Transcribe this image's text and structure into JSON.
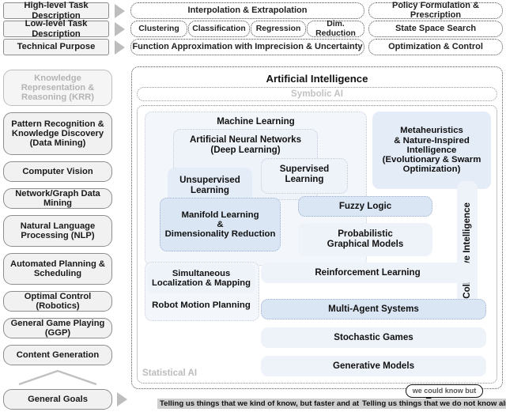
{
  "left_column": {
    "task_levels": [
      {
        "label": "High-level Task Description"
      },
      {
        "label": "Low-level Task Description"
      },
      {
        "label": "Technical Purpose"
      }
    ],
    "domains": [
      {
        "label": "Knowledge Representation & Reasoning (KRR)",
        "faded": true
      },
      {
        "label": "Pattern Recognition & Knowledge Discovery (Data Mining)",
        "faded": false
      },
      {
        "label": "Computer Vision",
        "faded": false
      },
      {
        "label": "Network/Graph Data Mining",
        "faded": false
      },
      {
        "label": "Natural Language Processing (NLP)",
        "faded": false
      },
      {
        "label": "Automated Planning & Scheduling",
        "faded": false
      },
      {
        "label": "Optimal Control (Robotics)",
        "faded": false
      },
      {
        "label": "General Game Playing (GGP)",
        "faded": false
      },
      {
        "label": "Content Generation",
        "faded": false
      },
      {
        "label": "General Goals",
        "faded": false
      }
    ]
  },
  "top_band": {
    "row1_left": "Interpolation & Extrapolation",
    "row1_right": "Policy Formulation & Prescription",
    "row2_items": [
      "Clustering",
      "Classification",
      "Regression",
      "Dim. Reduction"
    ],
    "row2_right": "State Space Search",
    "row3_left": "Function Approximation with Imprecision & Uncertainty",
    "row3_right": "Optimization & Control"
  },
  "ai_panel": {
    "title": "Artificial Intelligence",
    "symbolic_label": "Symbolic AI",
    "statistical_label": "Statistical AI",
    "boxes": {
      "machine_learning": "Machine Learning",
      "ann": "Artificial Neural Networks\n(Deep Learning)",
      "ann_line1": "Artificial Neural Networks",
      "ann_line2": "(Deep Learning)",
      "unsupervised_line1": "Unsupervised",
      "unsupervised_line2": "Learning",
      "supervised_line1": "Supervised",
      "supervised_line2": "Learning",
      "manifold_line1": "Manifold Learning",
      "manifold_line2": "&",
      "manifold_line3": "Dimensionality Reduction",
      "metaheuristics_line1": "Metaheuristics",
      "metaheuristics_line2": "& Nature-Inspired",
      "metaheuristics_line3": "Intelligence",
      "metaheuristics_line4": "(Evolutionary & Swarm",
      "metaheuristics_line5": "Optimization)",
      "fuzzy_logic": "Fuzzy Logic",
      "pgm_line1": "Probabilistic",
      "pgm_line2": "Graphical Models",
      "collective_intelligence": "Collective Intelligence",
      "slam_line1": "Simultaneous",
      "slam_line2": "Localization & Mapping",
      "robot_motion": "Robot Motion Planning",
      "reinforcement_learning": "Reinforcement Learning",
      "multi_agent": "Multi-Agent Systems",
      "stochastic_games": "Stochastic Games",
      "generative_models": "Generative Models"
    }
  },
  "footer": {
    "left_caption": "Telling us things that we kind of know, but faster and at scale!",
    "right_caption": "Telling us things that we do not know already!",
    "bubble": "we could know but"
  }
}
